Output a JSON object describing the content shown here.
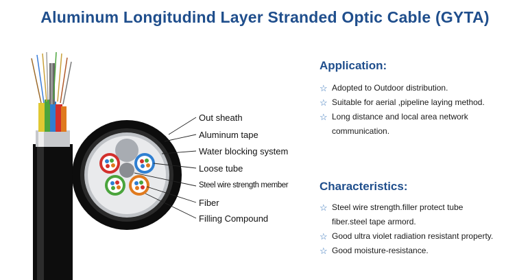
{
  "title": "Aluminum Longitudind Layer Stranded Optic Cable (GYTA)",
  "labels": [
    "Out sheath",
    "Aluminum tape",
    "Water blocking system",
    "Loose tube",
    "Steel wire strength member",
    "Fiber",
    "Filling Compound"
  ],
  "application": {
    "heading": "Application:",
    "items": [
      "Adopted to Outdoor  distribution.",
      "Suitable for aerial ,pipeline laying method.",
      "Long distance and local area network communication."
    ]
  },
  "characteristics": {
    "heading": "Characteristics:",
    "items": [
      "Steel wire strength.filler protect tube fiber.steel tape armord.",
      "Good ultra violet radiation resistant property.",
      "Good moisture-resistance."
    ]
  },
  "colors": {
    "heading": "#1f4e8c",
    "star": "#2f6fb8",
    "sheath": "#0d0d0d",
    "tube_red": "#d2302c",
    "tube_blue": "#2f7fd1",
    "tube_green": "#4aa43c",
    "tube_orange": "#e07a1e"
  },
  "icons": {
    "bullet": "star-outline-icon"
  }
}
